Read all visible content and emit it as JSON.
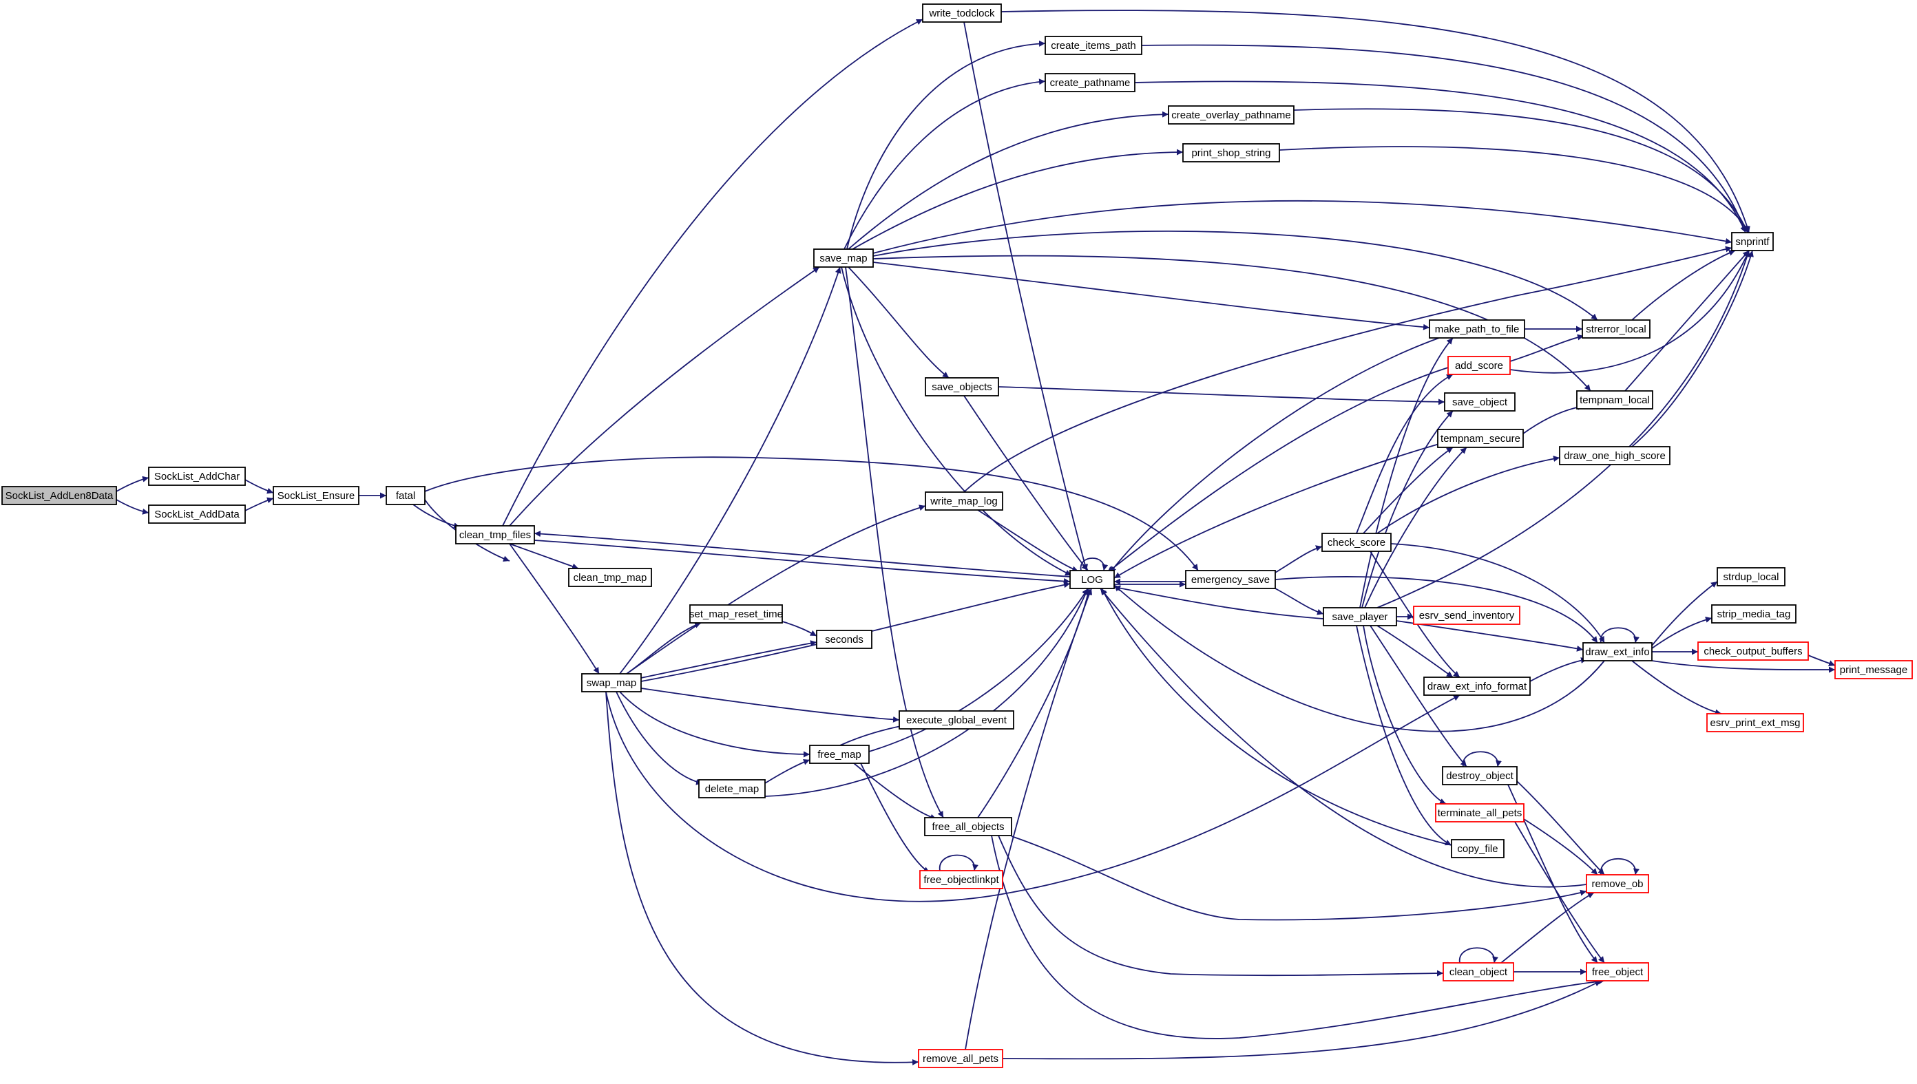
{
  "graph": {
    "title": "",
    "colors": {
      "edge": "#191970",
      "node_border": "#000000",
      "truncated_border": "#ff0000",
      "root_fill": "#bfbfbf",
      "node_fill": "#ffffff"
    },
    "nodes": [
      {
        "id": "SockList_AddLen8Data",
        "label": "SockList_AddLen8Data",
        "kind": "root"
      },
      {
        "id": "SockList_AddChar",
        "label": "SockList_AddChar",
        "kind": "normal"
      },
      {
        "id": "SockList_AddData",
        "label": "SockList_AddData",
        "kind": "normal"
      },
      {
        "id": "SockList_Ensure",
        "label": "SockList_Ensure",
        "kind": "normal"
      },
      {
        "id": "fatal",
        "label": "fatal",
        "kind": "normal"
      },
      {
        "id": "clean_tmp_files",
        "label": "clean_tmp_files",
        "kind": "normal"
      },
      {
        "id": "clean_tmp_map",
        "label": "clean_tmp_map",
        "kind": "normal"
      },
      {
        "id": "swap_map",
        "label": "swap_map",
        "kind": "normal"
      },
      {
        "id": "write_todclock",
        "label": "write_todclock",
        "kind": "normal"
      },
      {
        "id": "create_items_path",
        "label": "create_items_path",
        "kind": "normal"
      },
      {
        "id": "create_pathname",
        "label": "create_pathname",
        "kind": "normal"
      },
      {
        "id": "create_overlay_pathname",
        "label": "create_overlay_pathname",
        "kind": "normal"
      },
      {
        "id": "print_shop_string",
        "label": "print_shop_string",
        "kind": "normal"
      },
      {
        "id": "save_map",
        "label": "save_map",
        "kind": "normal"
      },
      {
        "id": "save_objects",
        "label": "save_objects",
        "kind": "normal"
      },
      {
        "id": "write_map_log",
        "label": "write_map_log",
        "kind": "normal"
      },
      {
        "id": "set_map_reset_time",
        "label": "set_map_reset_time",
        "kind": "normal"
      },
      {
        "id": "seconds",
        "label": "seconds",
        "kind": "normal"
      },
      {
        "id": "execute_global_event",
        "label": "execute_global_event",
        "kind": "normal"
      },
      {
        "id": "free_map",
        "label": "free_map",
        "kind": "normal"
      },
      {
        "id": "delete_map",
        "label": "delete_map",
        "kind": "normal"
      },
      {
        "id": "free_all_objects",
        "label": "free_all_objects",
        "kind": "normal"
      },
      {
        "id": "free_objectlinkpt",
        "label": "free_objectlinkpt",
        "kind": "truncated"
      },
      {
        "id": "remove_all_pets",
        "label": "remove_all_pets",
        "kind": "truncated"
      },
      {
        "id": "LOG",
        "label": "LOG",
        "kind": "normal"
      },
      {
        "id": "emergency_save",
        "label": "emergency_save",
        "kind": "normal"
      },
      {
        "id": "check_score",
        "label": "check_score",
        "kind": "normal"
      },
      {
        "id": "save_player",
        "label": "save_player",
        "kind": "normal"
      },
      {
        "id": "snprintf",
        "label": "snprintf",
        "kind": "normal"
      },
      {
        "id": "make_path_to_file",
        "label": "make_path_to_file",
        "kind": "normal"
      },
      {
        "id": "strerror_local",
        "label": "strerror_local",
        "kind": "normal"
      },
      {
        "id": "add_score",
        "label": "add_score",
        "kind": "truncated"
      },
      {
        "id": "save_object",
        "label": "save_object",
        "kind": "normal"
      },
      {
        "id": "tempnam_local",
        "label": "tempnam_local",
        "kind": "normal"
      },
      {
        "id": "tempnam_secure",
        "label": "tempnam_secure",
        "kind": "normal"
      },
      {
        "id": "draw_one_high_score",
        "label": "draw_one_high_score",
        "kind": "normal"
      },
      {
        "id": "esrv_send_inventory",
        "label": "esrv_send_inventory",
        "kind": "truncated"
      },
      {
        "id": "draw_ext_info_format",
        "label": "draw_ext_info_format",
        "kind": "normal"
      },
      {
        "id": "draw_ext_info",
        "label": "draw_ext_info",
        "kind": "normal"
      },
      {
        "id": "strdup_local",
        "label": "strdup_local",
        "kind": "normal"
      },
      {
        "id": "strip_media_tag",
        "label": "strip_media_tag",
        "kind": "normal"
      },
      {
        "id": "check_output_buffers",
        "label": "check_output_buffers",
        "kind": "truncated"
      },
      {
        "id": "print_message",
        "label": "print_message",
        "kind": "truncated"
      },
      {
        "id": "esrv_print_ext_msg",
        "label": "esrv_print_ext_msg",
        "kind": "truncated"
      },
      {
        "id": "destroy_object",
        "label": "destroy_object",
        "kind": "normal"
      },
      {
        "id": "terminate_all_pets",
        "label": "terminate_all_pets",
        "kind": "truncated"
      },
      {
        "id": "copy_file",
        "label": "copy_file",
        "kind": "normal"
      },
      {
        "id": "remove_ob",
        "label": "remove_ob",
        "kind": "truncated"
      },
      {
        "id": "clean_object",
        "label": "clean_object",
        "kind": "truncated"
      },
      {
        "id": "free_object",
        "label": "free_object",
        "kind": "truncated"
      }
    ],
    "edges": [
      {
        "from": "SockList_AddLen8Data",
        "to": "SockList_AddChar"
      },
      {
        "from": "SockList_AddLen8Data",
        "to": "SockList_AddData"
      },
      {
        "from": "SockList_AddChar",
        "to": "SockList_Ensure"
      },
      {
        "from": "SockList_AddData",
        "to": "SockList_Ensure"
      },
      {
        "from": "SockList_Ensure",
        "to": "fatal"
      },
      {
        "from": "fatal",
        "to": "clean_tmp_files"
      },
      {
        "from": "fatal",
        "to": "emergency_save"
      },
      {
        "from": "fatal",
        "to": "LOG"
      },
      {
        "from": "clean_tmp_files",
        "to": "write_todclock"
      },
      {
        "from": "clean_tmp_files",
        "to": "save_map"
      },
      {
        "from": "clean_tmp_files",
        "to": "clean_tmp_map"
      },
      {
        "from": "clean_tmp_files",
        "to": "swap_map"
      },
      {
        "from": "clean_tmp_files",
        "to": "LOG"
      },
      {
        "from": "write_todclock",
        "to": "snprintf"
      },
      {
        "from": "write_todclock",
        "to": "LOG"
      },
      {
        "from": "save_map",
        "to": "create_items_path"
      },
      {
        "from": "save_map",
        "to": "create_pathname"
      },
      {
        "from": "save_map",
        "to": "create_overlay_pathname"
      },
      {
        "from": "save_map",
        "to": "print_shop_string"
      },
      {
        "from": "save_map",
        "to": "snprintf"
      },
      {
        "from": "save_map",
        "to": "strerror_local"
      },
      {
        "from": "save_map",
        "to": "make_path_to_file"
      },
      {
        "from": "save_map",
        "to": "tempnam_local"
      },
      {
        "from": "save_map",
        "to": "save_objects"
      },
      {
        "from": "save_map",
        "to": "LOG"
      },
      {
        "from": "save_map",
        "to": "free_all_objects"
      },
      {
        "from": "create_items_path",
        "to": "snprintf"
      },
      {
        "from": "create_pathname",
        "to": "snprintf"
      },
      {
        "from": "create_overlay_pathname",
        "to": "snprintf"
      },
      {
        "from": "print_shop_string",
        "to": "snprintf"
      },
      {
        "from": "save_objects",
        "to": "save_object"
      },
      {
        "from": "save_objects",
        "to": "LOG"
      },
      {
        "from": "swap_map",
        "to": "save_map"
      },
      {
        "from": "swap_map",
        "to": "write_map_log"
      },
      {
        "from": "swap_map",
        "to": "set_map_reset_time"
      },
      {
        "from": "swap_map",
        "to": "seconds"
      },
      {
        "from": "swap_map",
        "to": "LOG"
      },
      {
        "from": "swap_map",
        "to": "execute_global_event"
      },
      {
        "from": "swap_map",
        "to": "free_map"
      },
      {
        "from": "swap_map",
        "to": "delete_map"
      },
      {
        "from": "swap_map",
        "to": "draw_ext_info_format"
      },
      {
        "from": "swap_map",
        "to": "remove_all_pets"
      },
      {
        "from": "write_map_log",
        "to": "snprintf"
      },
      {
        "from": "write_map_log",
        "to": "LOG"
      },
      {
        "from": "set_map_reset_time",
        "to": "seconds"
      },
      {
        "from": "free_map",
        "to": "execute_global_event"
      },
      {
        "from": "free_map",
        "to": "LOG"
      },
      {
        "from": "free_map",
        "to": "free_all_objects"
      },
      {
        "from": "free_map",
        "to": "free_objectlinkpt"
      },
      {
        "from": "delete_map",
        "to": "free_map"
      },
      {
        "from": "delete_map",
        "to": "LOG"
      },
      {
        "from": "free_all_objects",
        "to": "LOG"
      },
      {
        "from": "free_all_objects",
        "to": "remove_ob"
      },
      {
        "from": "free_all_objects",
        "to": "clean_object"
      },
      {
        "from": "free_all_objects",
        "to": "free_object"
      },
      {
        "from": "free_objectlinkpt",
        "to": "free_objectlinkpt"
      },
      {
        "from": "remove_all_pets",
        "to": "LOG"
      },
      {
        "from": "remove_all_pets",
        "to": "free_object"
      },
      {
        "from": "LOG",
        "to": "LOG"
      },
      {
        "from": "LOG",
        "to": "clean_tmp_files"
      },
      {
        "from": "LOG",
        "to": "emergency_save"
      },
      {
        "from": "emergency_save",
        "to": "check_score"
      },
      {
        "from": "emergency_save",
        "to": "save_player"
      },
      {
        "from": "emergency_save",
        "to": "draw_ext_info"
      },
      {
        "from": "emergency_save",
        "to": "LOG"
      },
      {
        "from": "check_score",
        "to": "add_score"
      },
      {
        "from": "check_score",
        "to": "tempnam_secure"
      },
      {
        "from": "check_score",
        "to": "draw_one_high_score"
      },
      {
        "from": "check_score",
        "to": "draw_ext_info_format"
      },
      {
        "from": "check_score",
        "to": "draw_ext_info"
      },
      {
        "from": "save_player",
        "to": "make_path_to_file"
      },
      {
        "from": "save_player",
        "to": "save_object"
      },
      {
        "from": "save_player",
        "to": "tempnam_secure"
      },
      {
        "from": "save_player",
        "to": "snprintf"
      },
      {
        "from": "save_player",
        "to": "esrv_send_inventory"
      },
      {
        "from": "save_player",
        "to": "draw_ext_info"
      },
      {
        "from": "save_player",
        "to": "draw_ext_info_format"
      },
      {
        "from": "save_player",
        "to": "destroy_object"
      },
      {
        "from": "save_player",
        "to": "terminate_all_pets"
      },
      {
        "from": "save_player",
        "to": "copy_file"
      },
      {
        "from": "save_player",
        "to": "LOG"
      },
      {
        "from": "make_path_to_file",
        "to": "strerror_local"
      },
      {
        "from": "make_path_to_file",
        "to": "LOG"
      },
      {
        "from": "strerror_local",
        "to": "snprintf"
      },
      {
        "from": "add_score",
        "to": "strerror_local"
      },
      {
        "from": "add_score",
        "to": "snprintf"
      },
      {
        "from": "add_score",
        "to": "LOG"
      },
      {
        "from": "tempnam_local",
        "to": "snprintf"
      },
      {
        "from": "tempnam_secure",
        "to": "tempnam_local"
      },
      {
        "from": "tempnam_secure",
        "to": "LOG"
      },
      {
        "from": "draw_one_high_score",
        "to": "snprintf"
      },
      {
        "from": "draw_ext_info_format",
        "to": "draw_ext_info"
      },
      {
        "from": "draw_ext_info",
        "to": "draw_ext_info"
      },
      {
        "from": "draw_ext_info",
        "to": "strdup_local"
      },
      {
        "from": "draw_ext_info",
        "to": "strip_media_tag"
      },
      {
        "from": "draw_ext_info",
        "to": "check_output_buffers"
      },
      {
        "from": "draw_ext_info",
        "to": "print_message"
      },
      {
        "from": "draw_ext_info",
        "to": "esrv_print_ext_msg"
      },
      {
        "from": "draw_ext_info",
        "to": "LOG"
      },
      {
        "from": "check_output_buffers",
        "to": "print_message"
      },
      {
        "from": "destroy_object",
        "to": "destroy_object"
      },
      {
        "from": "destroy_object",
        "to": "remove_ob"
      },
      {
        "from": "destroy_object",
        "to": "free_object"
      },
      {
        "from": "terminate_all_pets",
        "to": "remove_ob"
      },
      {
        "from": "terminate_all_pets",
        "to": "free_object"
      },
      {
        "from": "copy_file",
        "to": "LOG"
      },
      {
        "from": "remove_ob",
        "to": "remove_ob"
      },
      {
        "from": "remove_ob",
        "to": "LOG"
      },
      {
        "from": "clean_object",
        "to": "clean_object"
      },
      {
        "from": "clean_object",
        "to": "remove_ob"
      },
      {
        "from": "clean_object",
        "to": "free_object"
      }
    ]
  }
}
